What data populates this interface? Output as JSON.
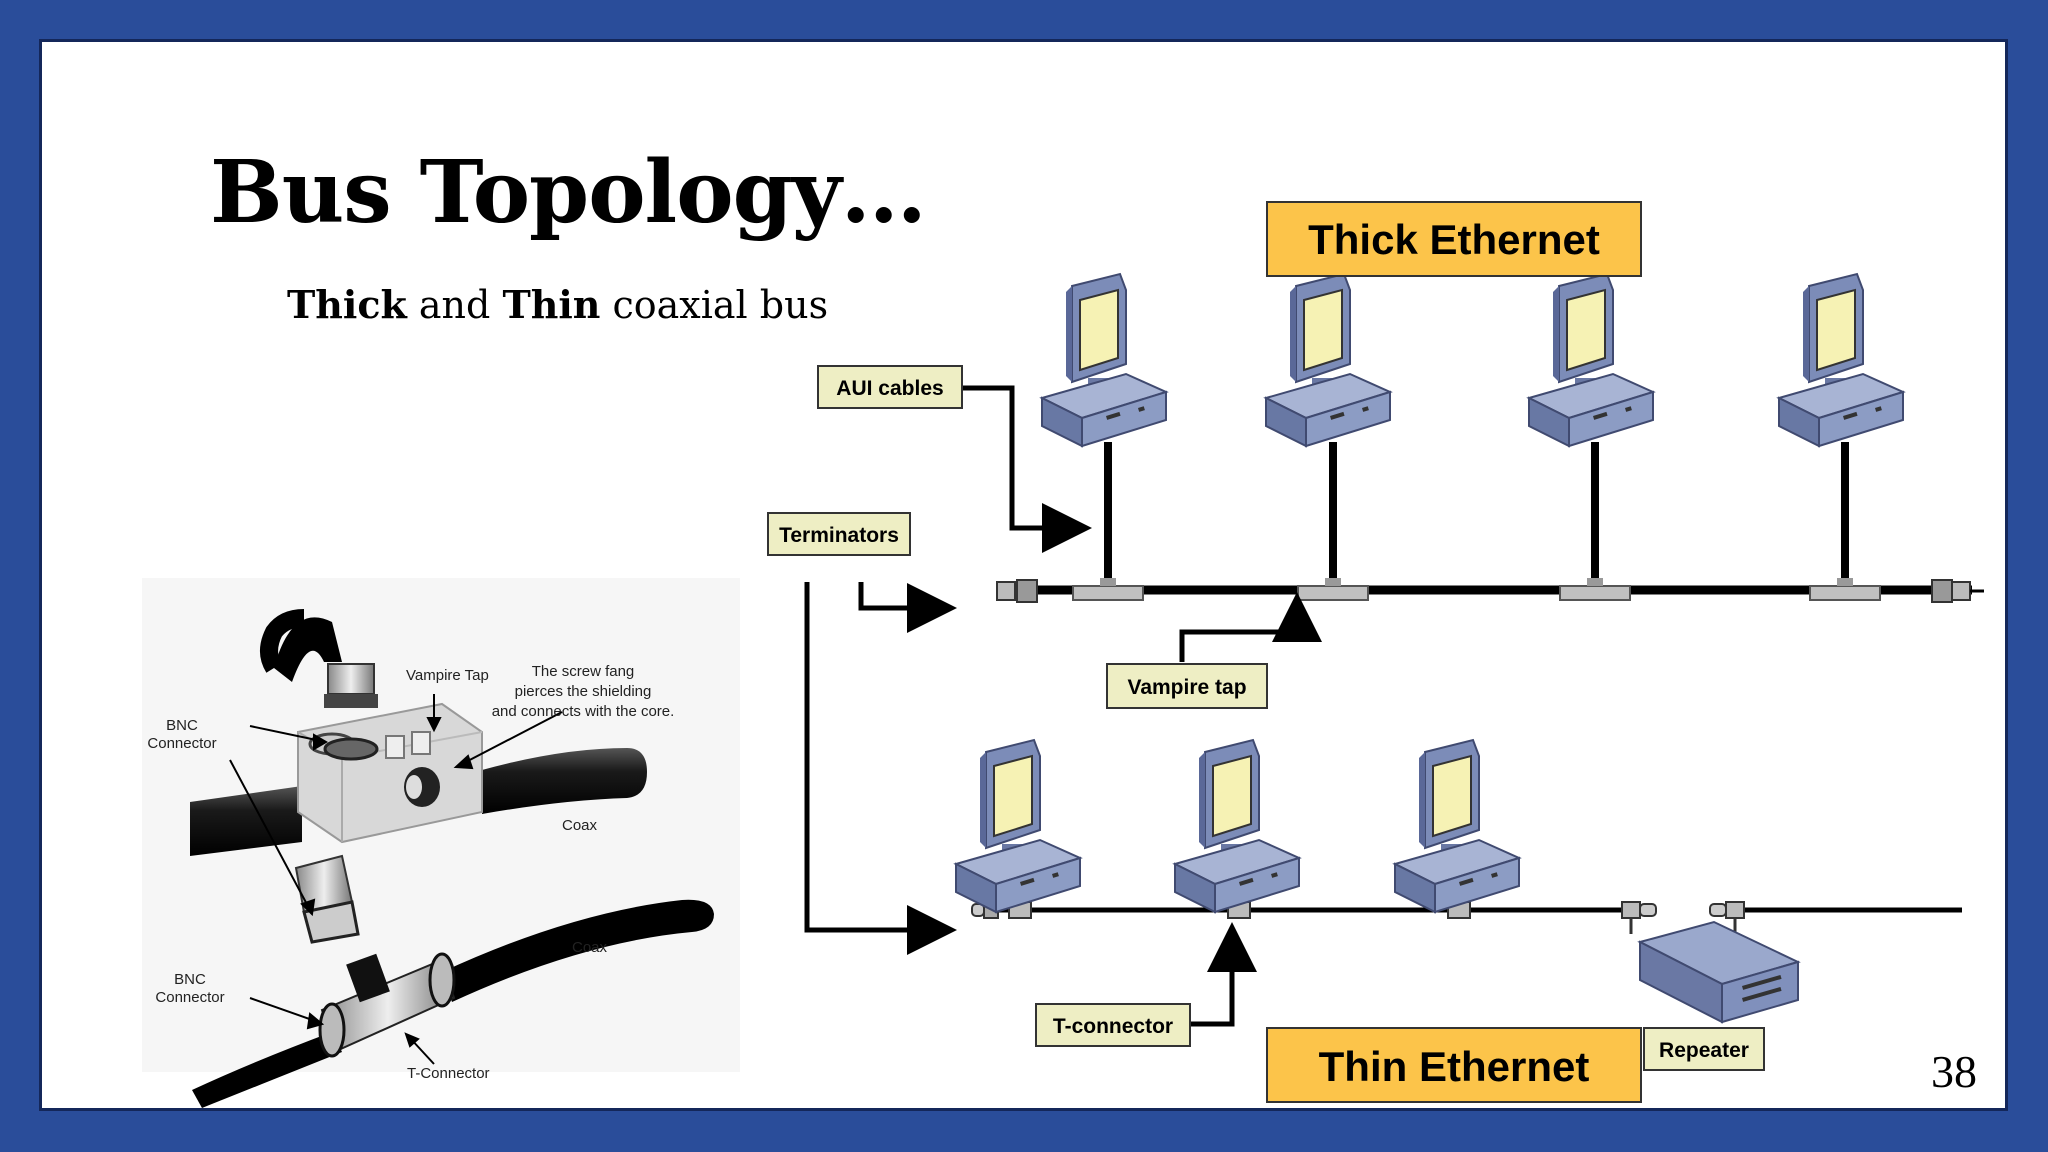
{
  "title": "Bus Topology…",
  "subtitle": {
    "w1": "Thick",
    "w2": " and ",
    "w3": "Thin",
    "w4": " coaxial bus"
  },
  "page_number": "38",
  "photo_labels": {
    "vampire_tap": "Vampire Tap",
    "screw_fang_1": "The screw fang",
    "screw_fang_2": "pierces the shielding",
    "screw_fang_3": "and connects with the core.",
    "bnc_top_1": "BNC",
    "bnc_top_2": "Connector",
    "coax_top": "Coax",
    "coax_bottom": "Coax",
    "bnc_bottom_1": "BNC",
    "bnc_bottom_2": "Connector",
    "t_connector": "T-Connector"
  },
  "diagram_labels": {
    "thick_ethernet": "Thick Ethernet",
    "thin_ethernet": "Thin Ethernet",
    "aui_cables": "AUI cables",
    "terminators": "Terminators",
    "vampire_tap": "Vampire tap",
    "t_connector": "T-connector",
    "repeater": "Repeater"
  },
  "colors": {
    "frame": "#2a4d9a",
    "title_box": "#fcc44a",
    "callout_box": "#eeeec4",
    "monitor_screen": "#f6f2b4",
    "computer_body": "#8c9cc4"
  }
}
